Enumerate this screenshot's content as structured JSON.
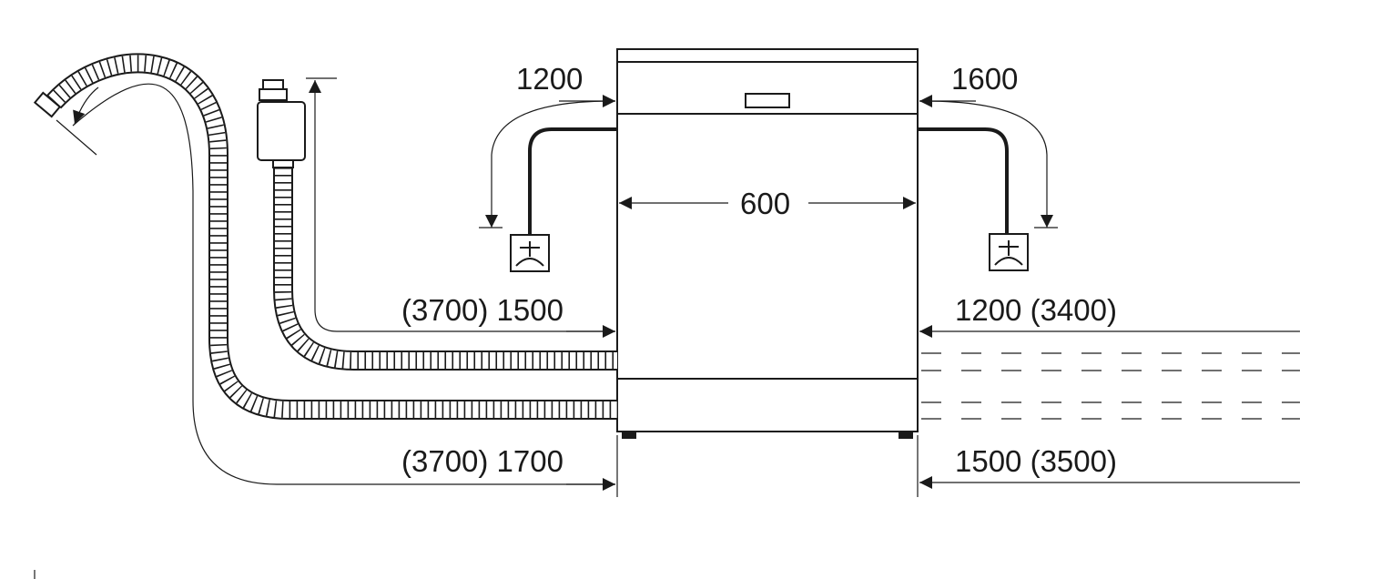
{
  "diagram": {
    "colors": {
      "line": "#1a1a1a",
      "background": "#ffffff"
    },
    "labels": {
      "power_left": "1200",
      "power_right": "1600",
      "width": "600",
      "inlet_left": "(3700) 1500",
      "inlet_right": "1200 (3400)",
      "drain_left": "(3700) 1700",
      "drain_right": "1500 (3500)"
    },
    "icons": {
      "socket_left": "earthed-socket-icon",
      "socket_right": "earthed-socket-icon",
      "tap": "water-tap-connector-icon",
      "drain_hose": "drain-hose-icon",
      "inlet_hose": "inlet-hose-icon"
    }
  }
}
